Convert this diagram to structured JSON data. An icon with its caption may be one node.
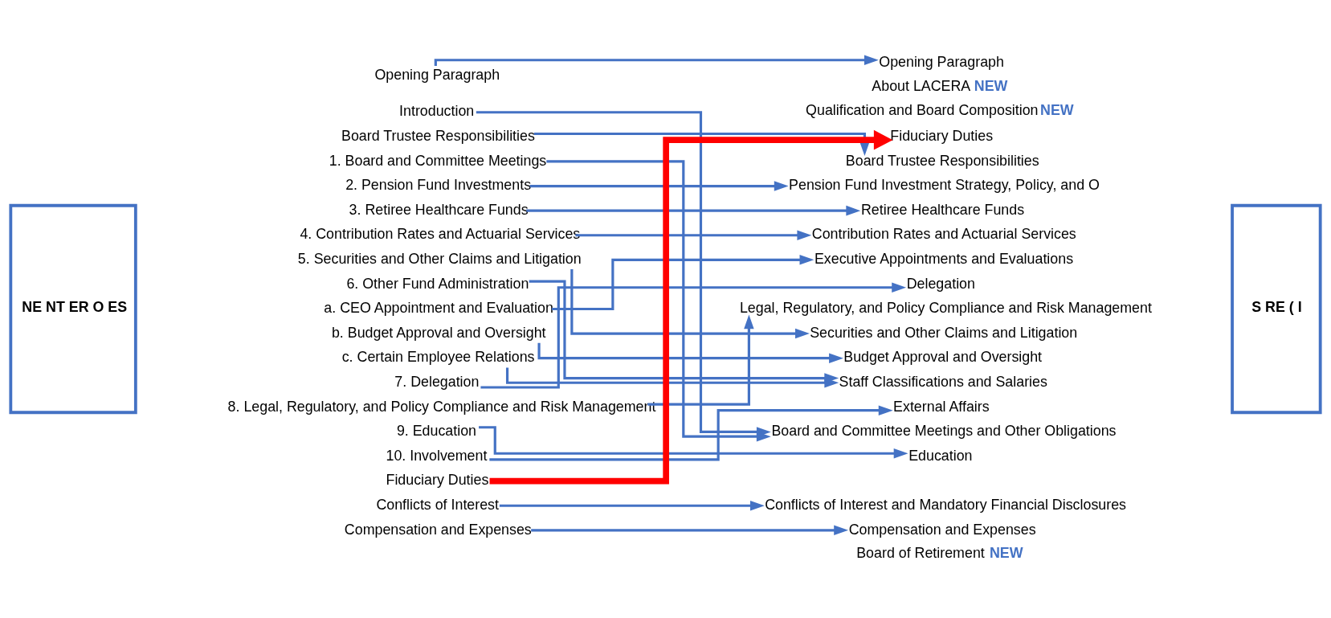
{
  "diagram": {
    "nodes": [
      {
        "text": [
          "NE NT ER O ES"
        ]
      },
      {
        "text": [
          "Opening Paragraph"
        ]
      },
      {
        "text": [
          "Introduction"
        ]
      },
      {
        "text": [
          "Board Trustee Responsibilities"
        ]
      },
      {
        "text": [
          "1. Board and Committee Meetings"
        ]
      },
      {
        "text": [
          "2. Pension Fund Investments"
        ]
      },
      {
        "text": [
          "3. Retiree Healthcare Funds"
        ]
      },
      {
        "text": [
          "4. Contribution Rates and Actuarial Services"
        ]
      },
      {
        "text": [
          "5. Securities and Other Claims and Litigation"
        ]
      },
      {
        "text": [
          "6. Other Fund Administration"
        ]
      },
      {
        "text": [
          "a. CEO Appointment and Evaluation"
        ]
      },
      {
        "text": [
          "b. Budget Approval and Oversight"
        ]
      },
      {
        "text": [
          "c. Certain Employee Relations"
        ]
      },
      {
        "text": [
          "7. Delegation"
        ]
      },
      {
        "text": [
          "8. Legal, Regulatory, and Policy Compliance and Risk Management"
        ]
      },
      {
        "text": [
          "9. Education"
        ]
      },
      {
        "text": [
          "10. Involvement"
        ]
      },
      {
        "text": [
          "Fiduciary Duties"
        ]
      },
      {
        "text": [
          "Conflicts of Interest"
        ]
      },
      {
        "text": [
          "Compensation and Expenses"
        ]
      },
      {
        "text": [
          "Opening Paragraph"
        ]
      },
      {
        "text": [
          "About LACERA"
        ],
        "beside": [
          "NEW"
        ]
      },
      {
        "text": [
          "Qualification and Board Composition"
        ],
        "beside": [
          "NEW"
        ]
      },
      {
        "text": [
          "Fiduciary Duties"
        ]
      },
      {
        "text": [
          "Board Trustee Responsibilities"
        ]
      },
      {
        "text": [
          "Pension Fund Investment Strategy, Policy, and O"
        ]
      },
      {
        "text": [
          "Retiree Healthcare Funds"
        ]
      },
      {
        "text": [
          "Contribution Rates and Actuarial Services"
        ]
      },
      {
        "text": [
          "Executive Appointments and Evaluations"
        ]
      },
      {
        "text": [
          "Delegation"
        ]
      },
      {
        "text": [
          "Legal, Regulatory, and Policy Compliance and Risk Management"
        ]
      },
      {
        "text": [
          "Securities and Other Claims and Litigation"
        ]
      },
      {
        "text": [
          "Budget Approval and Oversight"
        ]
      },
      {
        "text": [
          "Staff Classifications and Salaries"
        ]
      },
      {
        "text": [
          "External Affairs"
        ]
      },
      {
        "text": [
          "Board and Committee Meetings and Other Obligations"
        ]
      },
      {
        "text": [
          "Education"
        ]
      },
      {
        "text": [
          "Conflicts of Interest and Mandatory Financial Disclosures"
        ]
      },
      {
        "text": [
          "Compensation and Expenses"
        ]
      },
      {
        "text": [
          "Board of Retirement"
        ],
        "beside": [
          "NEW"
        ]
      },
      {
        "text": [
          "S RE ( I"
        ]
      }
    ],
    "edges": [
      {
        "from": 1,
        "to": 20,
        "arrow": "to"
      },
      {
        "from": 2,
        "to": 35,
        "arrow": "to"
      },
      {
        "from": 3,
        "to": 24,
        "arrow": "to"
      },
      {
        "from": 4,
        "to": 35,
        "arrow": "to"
      },
      {
        "from": 5,
        "to": 25,
        "arrow": "to"
      },
      {
        "from": 6,
        "to": 26,
        "arrow": "to"
      },
      {
        "from": 7,
        "to": 27,
        "arrow": "to"
      },
      {
        "from": 8,
        "to": 31,
        "arrow": "to"
      },
      {
        "from": 9,
        "to": 33,
        "arrow": "to"
      },
      {
        "from": 10,
        "to": 28,
        "arrow": "to"
      },
      {
        "from": 11,
        "to": 32,
        "arrow": "to"
      },
      {
        "from": 12,
        "to": 33,
        "arrow": "to"
      },
      {
        "from": 13,
        "to": 29,
        "arrow": "to"
      },
      {
        "from": 14,
        "to": 30,
        "arrow": "to"
      },
      {
        "from": 15,
        "to": 36,
        "arrow": "to"
      },
      {
        "from": 16,
        "to": 34,
        "arrow": "to"
      },
      {
        "from": 17,
        "to": 23,
        "arrow": "to",
        "style": "thick",
        "color": "#ff0000"
      },
      {
        "from": 18,
        "to": 37,
        "arrow": "to"
      },
      {
        "from": 19,
        "to": 38,
        "arrow": "to"
      }
    ]
  }
}
